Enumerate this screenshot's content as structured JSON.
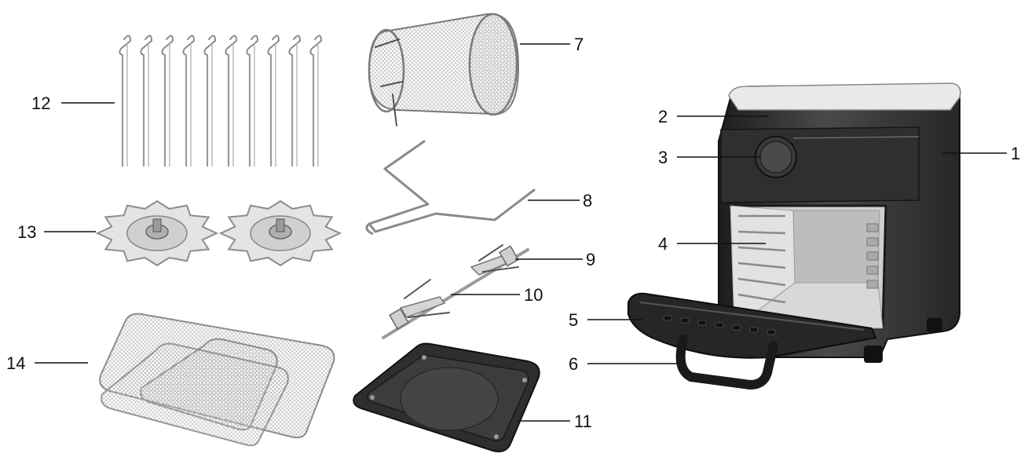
{
  "parts": [
    {
      "id": "air-fryer-body",
      "label": "1"
    },
    {
      "id": "lid",
      "label": "2"
    },
    {
      "id": "control-knob",
      "label": "3"
    },
    {
      "id": "heating-chamber",
      "label": "4"
    },
    {
      "id": "door",
      "label": "5"
    },
    {
      "id": "door-handle",
      "label": "6"
    },
    {
      "id": "rotisserie-basket",
      "label": "7"
    },
    {
      "id": "removal-tool",
      "label": "8"
    },
    {
      "id": "rotisserie-fork",
      "label": "9"
    },
    {
      "id": "rotisserie-shaft",
      "label": "10"
    },
    {
      "id": "drip-tray",
      "label": "11"
    },
    {
      "id": "skewers",
      "label": "12"
    },
    {
      "id": "skewer-wheels",
      "label": "13"
    },
    {
      "id": "mesh-racks",
      "label": "14"
    }
  ],
  "colors": {
    "appliance_body": "#2b2b2b",
    "appliance_lid": "#e8e8e8",
    "steel": "#c9c9c9",
    "tray": "#333333"
  }
}
